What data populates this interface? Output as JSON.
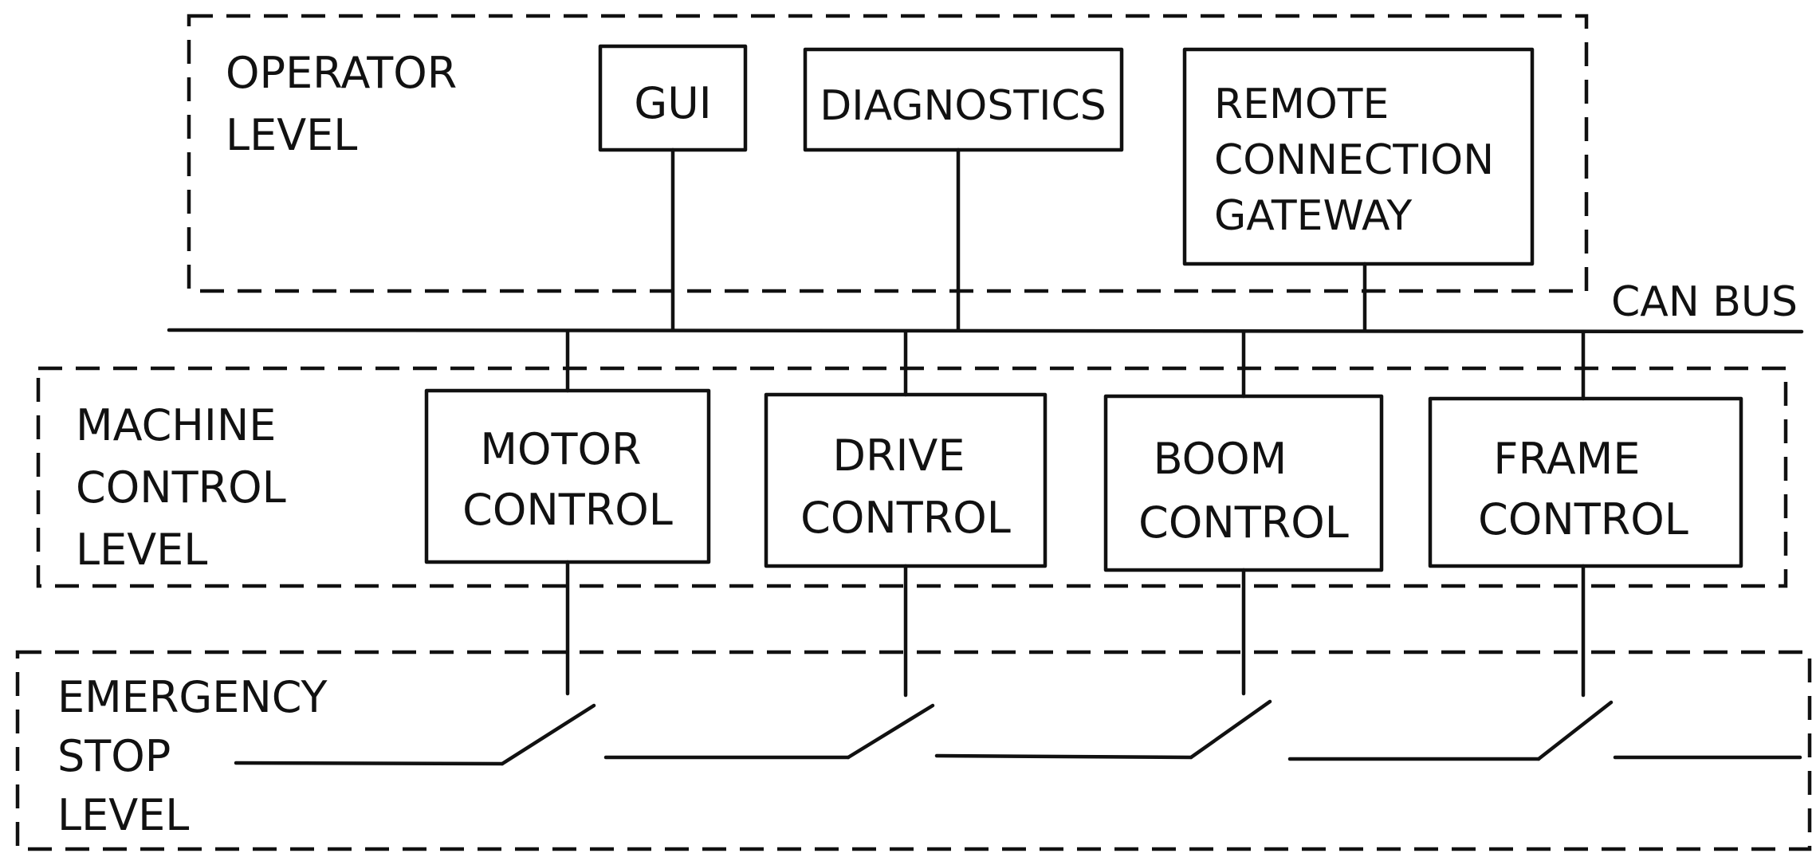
{
  "levels": {
    "operator": [
      "OPERATOR",
      "LEVEL"
    ],
    "machine": [
      "MACHINE",
      "CONTROL",
      "LEVEL"
    ],
    "emergency": [
      "EMERGENCY",
      "STOP",
      "LEVEL"
    ]
  },
  "bus_label": "CAN BUS",
  "operator_components": {
    "gui": [
      "GUI"
    ],
    "diagnostics": [
      "DIAGNOSTICS"
    ],
    "gateway": [
      "REMOTE",
      "CONNECTION",
      "GATEWAY"
    ]
  },
  "machine_components": {
    "motor": [
      "MOTOR",
      "CONTROL"
    ],
    "drive": [
      "DRIVE",
      "CONTROL"
    ],
    "boom": [
      "BOOM",
      "CONTROL"
    ],
    "frame": [
      "FRAME",
      "CONTROL"
    ]
  }
}
